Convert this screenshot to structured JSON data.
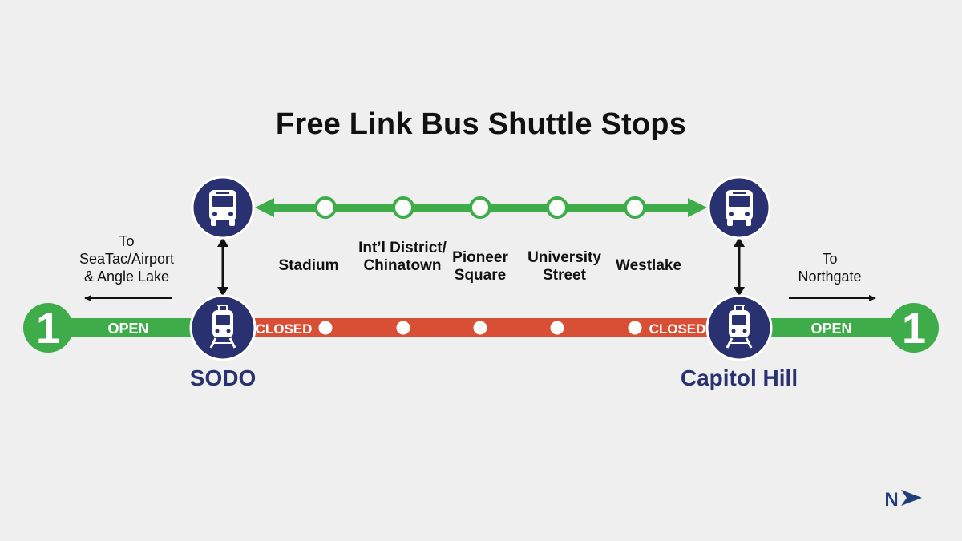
{
  "title": "Free Link Bus Shuttle Stops",
  "shuttle_stops": [
    "Stadium",
    "Int’l District/ Chinatown",
    "Pioneer Square",
    "University Street",
    "Westlake"
  ],
  "stations": {
    "left": "SODO",
    "right": "Capitol Hill"
  },
  "status": {
    "open": "OPEN",
    "closed": "CLOSED"
  },
  "line_number": "1",
  "directions": {
    "south": [
      "To",
      "SeaTac/Airport",
      "& Angle Lake"
    ],
    "north": [
      "To",
      "Northgate"
    ]
  },
  "compass": "N",
  "colors": {
    "open_line": "#3eac48",
    "closed_line": "#d94f35",
    "station": "#2a3170",
    "shuttle": "#3eac48"
  }
}
